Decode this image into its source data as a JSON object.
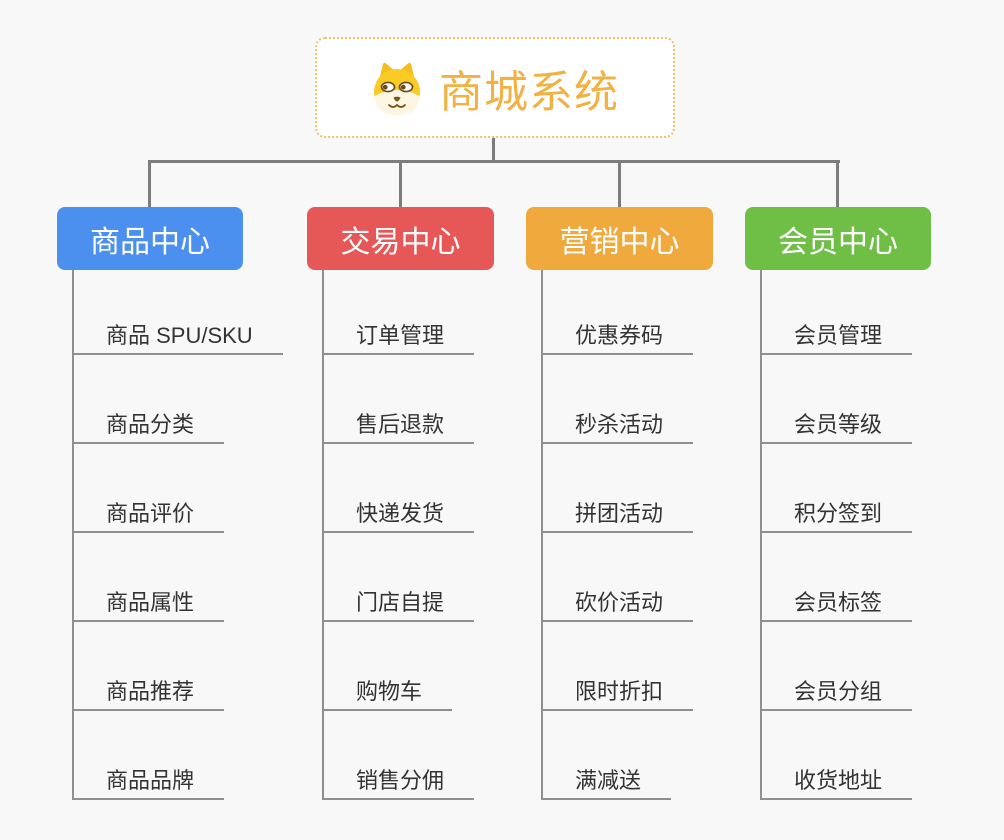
{
  "root": {
    "title": "商城系统",
    "icon": "dog-icon",
    "title_color": "#f1b143",
    "border_color": "#f3be6b"
  },
  "connector_color": "#7d7d7d",
  "leaf_line_color": "#8f8f8f",
  "branches": [
    {
      "label": "商品中心",
      "color": "#4b90ee",
      "items": [
        "商品 SPU/SKU",
        "商品分类",
        "商品评价",
        "商品属性",
        "商品推荐",
        "商品品牌"
      ]
    },
    {
      "label": "交易中心",
      "color": "#e65757",
      "items": [
        "订单管理",
        "售后退款",
        "快递发货",
        "门店自提",
        "购物车",
        "销售分佣"
      ]
    },
    {
      "label": "营销中心",
      "color": "#efa93d",
      "items": [
        "优惠券码",
        "秒杀活动",
        "拼团活动",
        "砍价活动",
        "限时折扣",
        "满减送"
      ]
    },
    {
      "label": "会员中心",
      "color": "#6fbe45",
      "items": [
        "会员管理",
        "会员等级",
        "积分签到",
        "会员标签",
        "会员分组",
        "收货地址"
      ]
    }
  ]
}
